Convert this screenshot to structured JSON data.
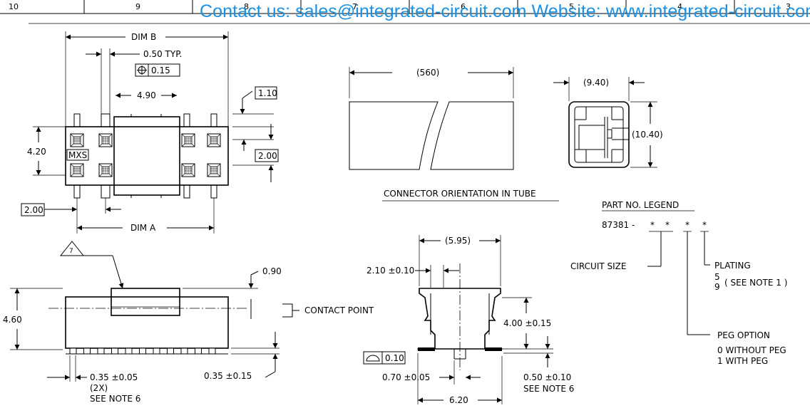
{
  "zone_markers": [
    "10",
    "9",
    "8",
    "7",
    "6",
    "5",
    "4",
    "3"
  ],
  "watermark": "Contact us: sales@integrated-circuit.com Website: www.integrated-circuit.com",
  "top_view": {
    "dim_b": "DIM B",
    "pitch": "0.50 TYP.",
    "position_tolerance": "0.15",
    "dim_490": "4.90",
    "dim_110": "1.10",
    "dim_420": "4.20",
    "dim_200_right": "2.00",
    "dim_200_left": "2.00",
    "dim_a": "DIM A",
    "marking": "MXS"
  },
  "side_view": {
    "note_flag": "7",
    "dim_090": "0.90",
    "dim_460": "4.60",
    "contact_point": "CONTACT POINT",
    "lead_width": "0.35 ±0.05",
    "lead_width_qty": "(2X)",
    "note_left": "SEE NOTE 6",
    "dim_035": "0.35 ±0.15"
  },
  "tube_view": {
    "length": "(560)",
    "width": "(9.40)",
    "height": "(10.40)",
    "caption": "CONNECTOR ORIENTATION IN TUBE"
  },
  "end_view": {
    "dim_595": "(5.95)",
    "dim_210": "2.10 ±0.10",
    "dim_400": "4.00 ±0.15",
    "flatness": "0.10",
    "dim_070": "0.70 ±0.05",
    "dim_050": "0.50 ±0.10",
    "note": "SEE NOTE 6",
    "dim_620": "6.20"
  },
  "legend": {
    "title": "PART NO. LEGEND",
    "part_prefix": "87381 -",
    "placeholders": [
      "*",
      "*",
      "*",
      "*"
    ],
    "circuit_size": "CIRCUIT SIZE",
    "plating": "PLATING",
    "plating_opt1": "5",
    "plating_opt2": "9",
    "plating_note": "( SEE NOTE 1 )",
    "peg_option": "PEG OPTION",
    "peg_0": "0   WITHOUT PEG",
    "peg_1": "1   WITH PEG"
  }
}
